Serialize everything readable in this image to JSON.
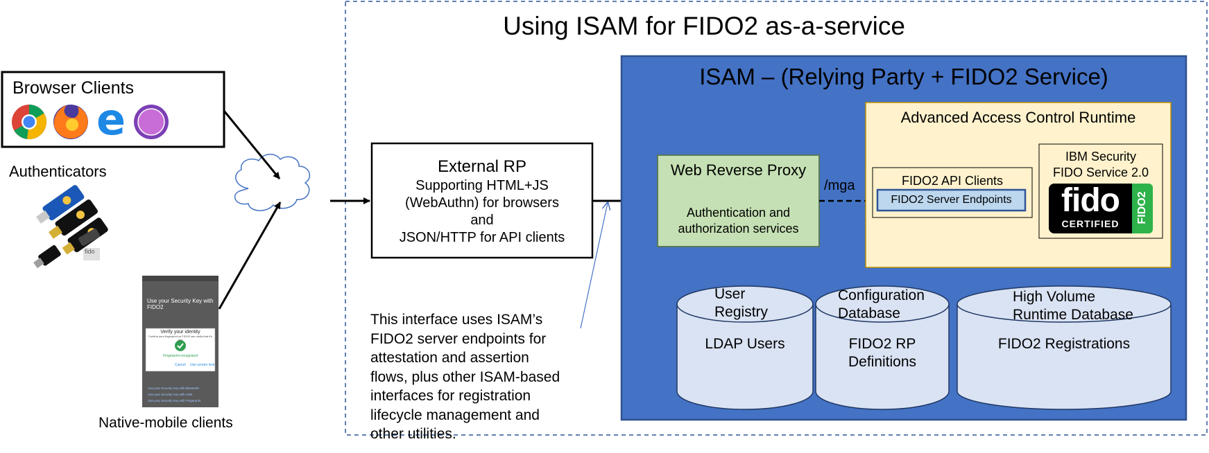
{
  "title": "Using ISAM for FIDO2 as-a-service",
  "browser_clients": {
    "label": "Browser Clients",
    "icons": [
      "chrome-icon",
      "firefox-icon",
      "edge-icon",
      "safari-icon"
    ]
  },
  "authenticators": {
    "label": "Authenticators",
    "icon": "security-keys-icon",
    "badge": "fido"
  },
  "native_mobile": {
    "label": "Native-mobile clients",
    "phone": {
      "header": "Use your Security Key with FIDO2",
      "dialog_title": "Verify your identity",
      "dialog_text": "Confirm your fingerprint so FIDO2 can verify that it's you",
      "status": "Fingerprint recognized",
      "cancel": "Cancel",
      "use_screen_lock": "Use screen lock",
      "options": [
        "Use your Security Key with Bluetooth",
        "Use your Security Key with USB",
        "Use your Security Key with Fingerprint"
      ]
    }
  },
  "external_rp": {
    "title": "External RP",
    "lines": [
      "Supporting HTML+JS",
      "(WebAuthn) for browsers",
      "and",
      "JSON/HTTP for API clients"
    ]
  },
  "interface_note": [
    "This interface uses ISAM’s",
    "FIDO2 server endpoints for",
    "attestation and assertion",
    "flows, plus other ISAM-based",
    "interfaces for registration",
    "lifecycle management and",
    "other utilities."
  ],
  "isam": {
    "title": "ISAM – (Relying Party + FIDO2 Service)",
    "web_reverse_proxy": {
      "title": "Web Reverse Proxy",
      "lines": [
        "Authentication and",
        "authorization services"
      ]
    },
    "mga_label": "/mga",
    "aac": {
      "title": "Advanced Access Control Runtime",
      "api_clients_label": "FIDO2 API Clients",
      "server_endpoints_label": "FIDO2 Server Endpoints",
      "ibm_fido_service": [
        "IBM Security",
        "FIDO Service 2.0"
      ],
      "fido_logo": {
        "word": "fido",
        "certified": "CERTIFIED",
        "fido2": "FIDO2"
      }
    },
    "databases": [
      {
        "top": [
          "User",
          "Registry"
        ],
        "body": [
          "LDAP Users"
        ]
      },
      {
        "top": [
          "Configuration",
          "Database"
        ],
        "body": [
          "FIDO2 RP",
          "Definitions"
        ]
      },
      {
        "top": [
          "High Volume",
          "Runtime Database"
        ],
        "body": [
          "FIDO2 Registrations"
        ]
      }
    ]
  },
  "colors": {
    "isam_blue": "#4472c4",
    "aac_fill": "#fff2cc",
    "proxy_fill": "#c5e0b4",
    "endpoint_fill": "#bdd7ee",
    "db_fill": "#dae3f3",
    "dash_border": "#2f5597"
  }
}
